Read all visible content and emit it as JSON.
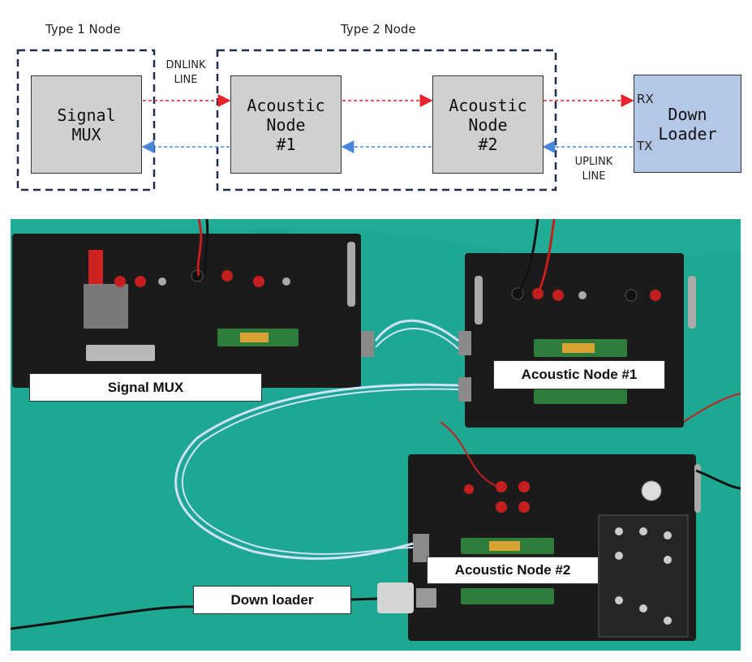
{
  "diagram": {
    "groups": [
      {
        "id": "type1",
        "title": "Type 1 Node"
      },
      {
        "id": "type2",
        "title": "Type 2 Node"
      }
    ],
    "nodes": [
      {
        "id": "signal-mux",
        "label": "Signal\nMUX"
      },
      {
        "id": "acoustic-node-1",
        "label": "Acoustic\nNode\n#1"
      },
      {
        "id": "acoustic-node-2",
        "label": "Acoustic\nNode\n#2"
      },
      {
        "id": "down-loader",
        "label": "Down\nLoader"
      }
    ],
    "line_labels": {
      "dnlink": "DNLINK\nLINE",
      "uplink": "UPLINK\nLINE"
    },
    "ports": {
      "rx": "RX",
      "tx": "TX"
    },
    "colors": {
      "downlink_arrow": "#e8242a",
      "uplink_arrow": "#4a86d8",
      "node_fill": "#d0d0d0",
      "loader_fill": "#b4c7e7",
      "group_border": "#1f2d4a"
    }
  },
  "photo": {
    "callouts": {
      "signal_mux": "Signal MUX",
      "acoustic_node_1": "Acoustic Node #1",
      "acoustic_node_2": "Acoustic Node #2",
      "down_loader": "Down loader"
    },
    "colors": {
      "table": "#1ea891",
      "device": "#1b1b1b",
      "cable": "#cfe3f4"
    }
  }
}
